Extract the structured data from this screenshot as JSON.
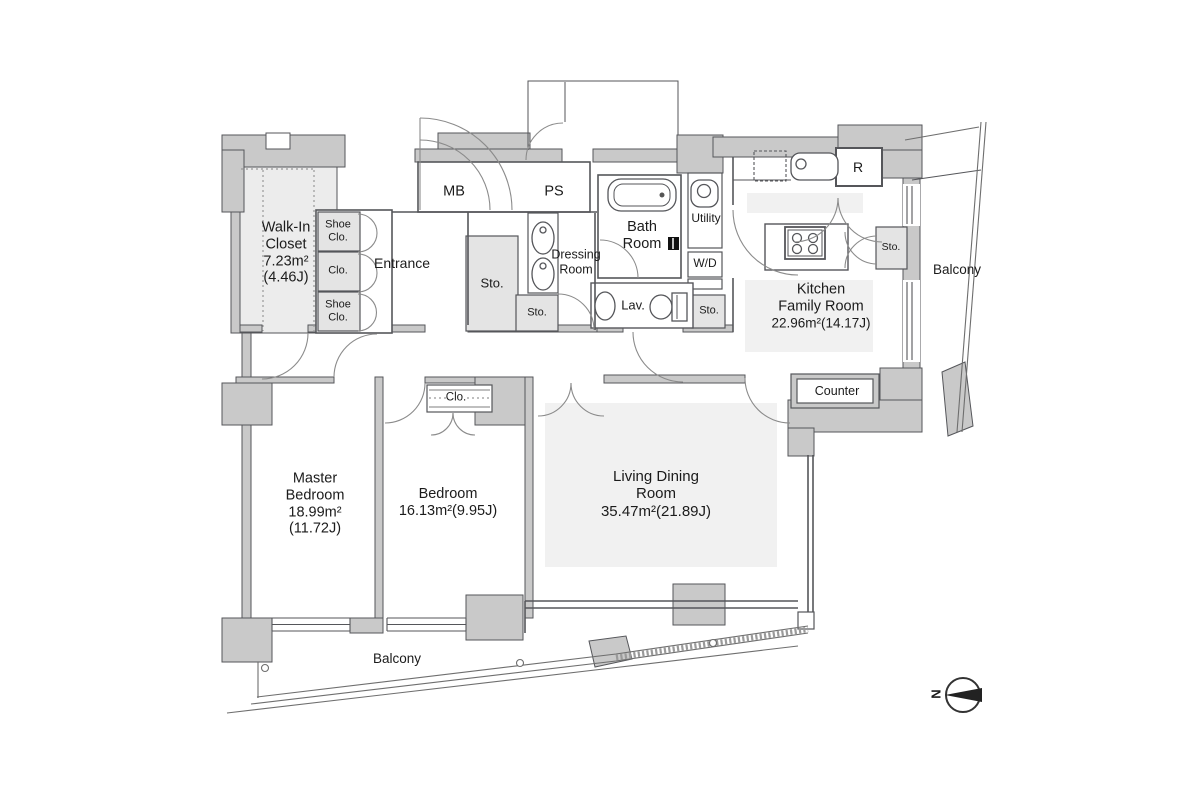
{
  "rooms": {
    "walk_in_closet": {
      "line1": "Walk-In",
      "line2": "Closet",
      "line3": "7.23m²",
      "line4": "(4.46J)"
    },
    "shoe_closet_top": {
      "line1": "Shoe",
      "line2": "Clo."
    },
    "closet_hall": {
      "line1": "Clo."
    },
    "shoe_closet_bottom": {
      "line1": "Shoe",
      "line2": "Clo."
    },
    "entrance": {
      "line1": "Entrance"
    },
    "meter_box": {
      "line1": "MB"
    },
    "pipe_space": {
      "line1": "PS"
    },
    "storage_hall": {
      "line1": "Sto."
    },
    "storage_hall_small": {
      "line1": "Sto."
    },
    "dressing_room": {
      "line1": "Dressing",
      "line2": "Room"
    },
    "bath_room": {
      "line1": "Bath",
      "line2": "Room"
    },
    "utility": {
      "line1": "Utility"
    },
    "washer_dryer": {
      "line1": "W/D"
    },
    "lavatory": {
      "line1": "Lav."
    },
    "storage_lavatory": {
      "line1": "Sto."
    },
    "kitchen_family_room": {
      "line1": "Kitchen",
      "line2": "Family Room",
      "line3": "22.96m²(14.17J)"
    },
    "refrigerator": {
      "line1": "R"
    },
    "storage_kitchen": {
      "line1": "Sto."
    },
    "counter": {
      "line1": "Counter"
    },
    "balcony_right": {
      "line1": "Balcony"
    },
    "master_bedroom": {
      "line1": "Master",
      "line2": "Bedroom",
      "line3": "18.99m²",
      "line4": "(11.72J)"
    },
    "bedroom": {
      "line1": "Bedroom",
      "line2": "16.13m²(9.95J)"
    },
    "closet_bedroom": {
      "line1": "Clo."
    },
    "living_dining": {
      "line1": "Living Dining",
      "line2": "Room",
      "line3": "35.47m²(21.89J)"
    },
    "balcony_bottom": {
      "line1": "Balcony"
    }
  },
  "compass": {
    "north": "N"
  },
  "colors": {
    "wall": "#c9c9c9",
    "line": "#55565a",
    "room_tint": "#efefef",
    "cell_tint": "#e4e4e4",
    "arc": "#8b8b8b"
  }
}
